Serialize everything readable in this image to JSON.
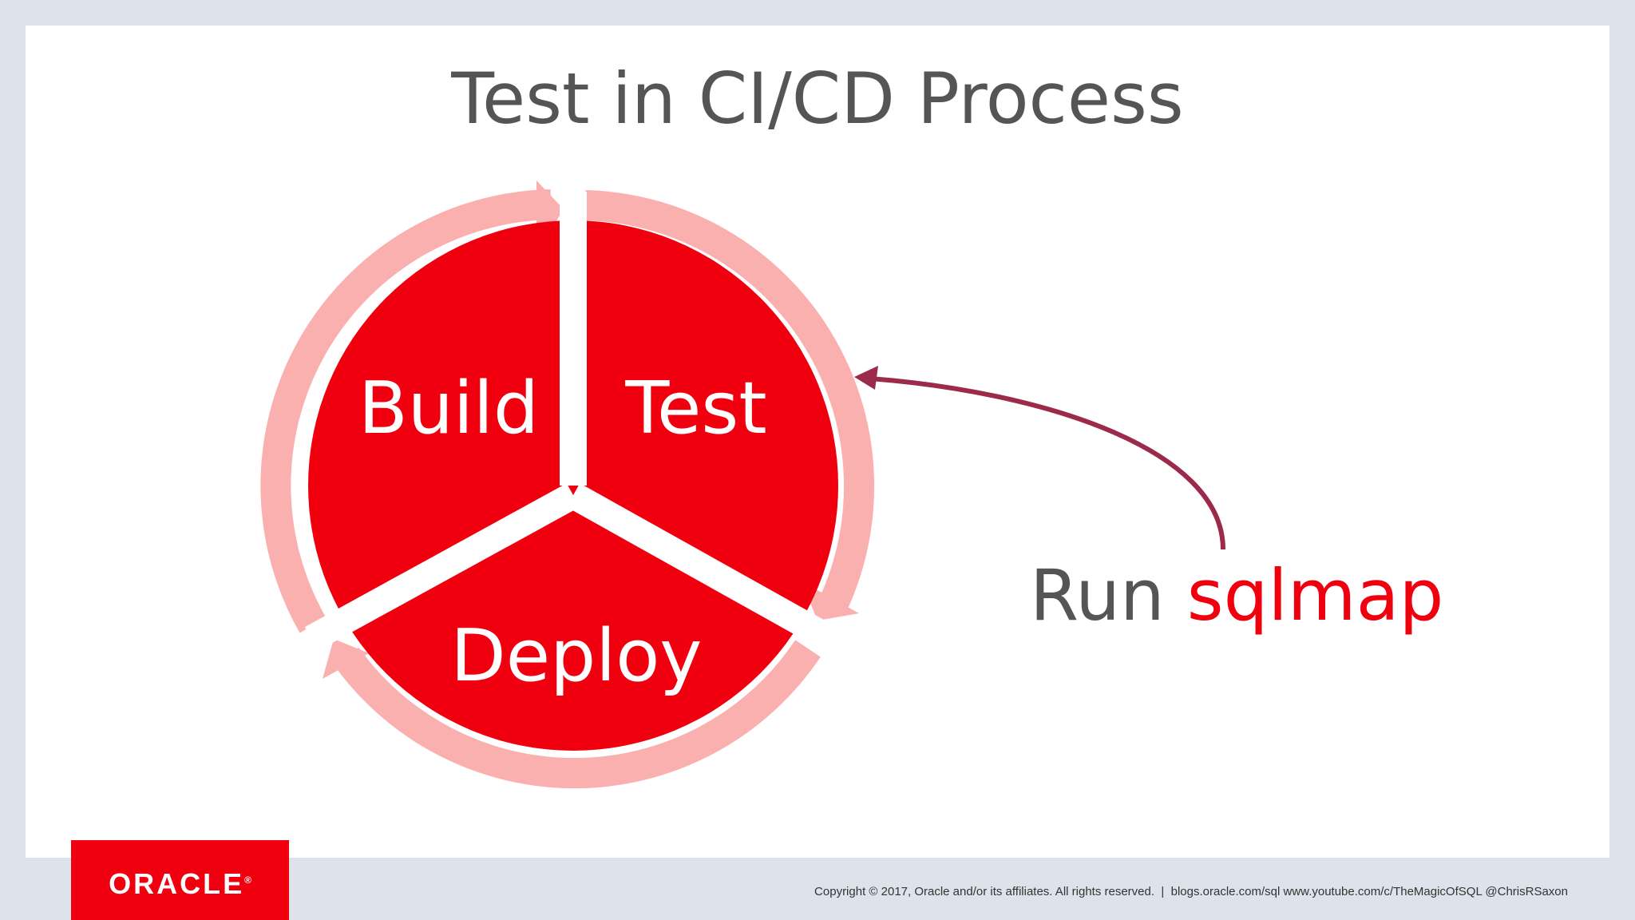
{
  "slide": {
    "title": "Test in CI/CD Process"
  },
  "diagram": {
    "segments": [
      {
        "label": "Build"
      },
      {
        "label": "Test"
      },
      {
        "label": "Deploy"
      }
    ],
    "annotation": {
      "prefix": "Run ",
      "command": "sqlmap"
    }
  },
  "colors": {
    "segment_fill": "#f0000e",
    "ring_arrow": "#fbb0b0",
    "pointer_arrow": "#9c2a4b",
    "title_text": "#555555",
    "brand": "#f0000e"
  },
  "logo": {
    "text": "ORACLE",
    "mark": "®"
  },
  "footer": {
    "copyright": "Copyright © 2017, Oracle and/or its affiliates. All rights reserved.",
    "separator": "|",
    "links": "blogs.oracle.com/sql www.youtube.com/c/TheMagicOfSQL @ChrisRSaxon"
  }
}
